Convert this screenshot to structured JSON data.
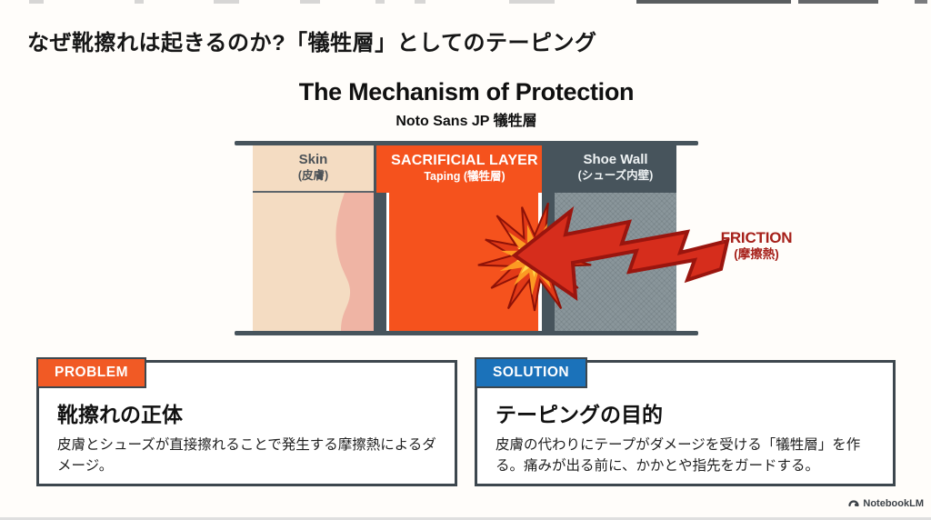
{
  "page": {
    "title": "なぜ靴擦れは起きるのか?「犠牲層」としてのテーピング",
    "footer_brand": "NotebookLM"
  },
  "diagram": {
    "title": "The Mechanism of Protection",
    "subtitle": "Noto Sans JP 犠牲層",
    "layers": {
      "skin": {
        "label": "Skin",
        "sublabel": "(皮膚)"
      },
      "sacrificial": {
        "label": "SACRIFICIAL LAYER",
        "sublabel": "Taping (犠牲層)"
      },
      "shoe_wall": {
        "label": "Shoe Wall",
        "sublabel": "(シューズ内壁)"
      }
    },
    "friction": {
      "label": "FRICTION",
      "sublabel": "(摩擦熱)"
    }
  },
  "cards": {
    "problem": {
      "tag": "PROBLEM",
      "heading": "靴擦れの正体",
      "body": "皮膚とシューズが直接擦れることで発生する摩擦熱によるダメージ。"
    },
    "solution": {
      "tag": "SOLUTION",
      "heading": "テーピングの目的",
      "body": "皮膚の代わりにテープがダメージを受ける「犠牲層」を作る。痛みが出る前に、かかとや指先をガードする。"
    }
  },
  "colors": {
    "accent_orange": "#f5521d",
    "accent_blue": "#1b72ba",
    "dark_slate": "#47545c",
    "arrow_red": "#d62d1c",
    "friction_text_red": "#a6201a",
    "skin_beige": "#f4dcc2",
    "skin_pink": "#efb4a4",
    "wall_gray": "#8a969b"
  }
}
